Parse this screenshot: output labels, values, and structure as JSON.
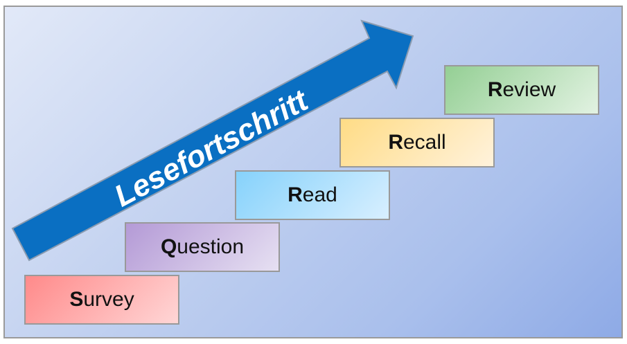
{
  "arrow": {
    "label": "Lesefortschritt",
    "color": "#0a6fc2"
  },
  "steps": [
    {
      "initial": "S",
      "rest": "urvey",
      "color_from": "#ff8a8a",
      "color_to": "#ffd6d6"
    },
    {
      "initial": "Q",
      "rest": "uestion",
      "color_from": "#b49ad6",
      "color_to": "#e6e0f2"
    },
    {
      "initial": "R",
      "rest": "ead",
      "color_from": "#86d2fb",
      "color_to": "#d8efff"
    },
    {
      "initial": "R",
      "rest": "ecall",
      "color_from": "#ffdc86",
      "color_to": "#fff2dc"
    },
    {
      "initial": "R",
      "rest": "eview",
      "color_from": "#94cf94",
      "color_to": "#e2f2e2"
    }
  ]
}
